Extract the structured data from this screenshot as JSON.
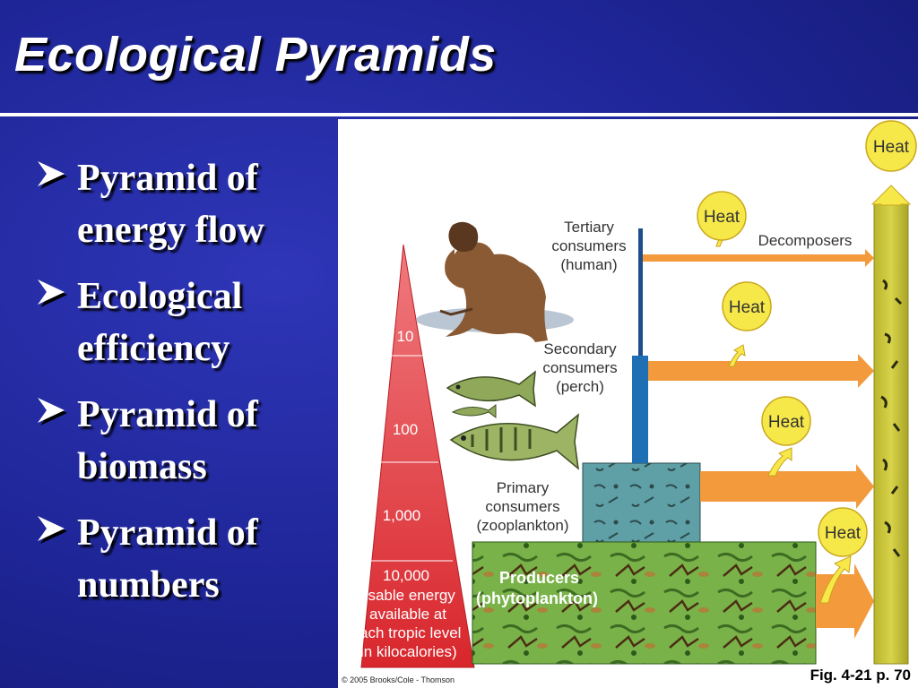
{
  "slide": {
    "title": "Ecological Pyramids"
  },
  "bullets": [
    {
      "line1": "Pyramid of",
      "line2": "energy flow"
    },
    {
      "line1": "Ecological",
      "line2": "efficiency"
    },
    {
      "line1": "Pyramid of",
      "line2": "biomass"
    },
    {
      "line1": "Pyramid of",
      "line2": "numbers"
    }
  ],
  "diagram": {
    "pyramid_levels": [
      "10",
      "100",
      "1,000",
      "10,000"
    ],
    "pyramid_caption": [
      "Usable energy",
      "available at",
      "each tropic level",
      "(in kilocalories)"
    ],
    "tertiary": [
      "Tertiary",
      "consumers",
      "(human)"
    ],
    "secondary": [
      "Secondary",
      "consumers",
      "(perch)"
    ],
    "primary": [
      "Primary",
      "consumers",
      "(zooplankton)"
    ],
    "producers": [
      "Producers",
      "(phytoplankton)"
    ],
    "decomposers": "Decomposers",
    "heat_label": "Heat",
    "copyright": "© 2005 Brooks/Cole - Thomson",
    "fig_ref": "Fig. 4-21 p. 70"
  },
  "colors": {
    "background": "#1e2596",
    "pyramid_red": "#e23a3f",
    "arrow_orange": "#f29a3c",
    "heat_yellow": "#f7e84a",
    "decomposer_column": "#c9c43a",
    "producer_green": "#7ab24a",
    "zooplankton_teal": "#5f9fa6",
    "bar_blue": "#1f6fb5"
  }
}
